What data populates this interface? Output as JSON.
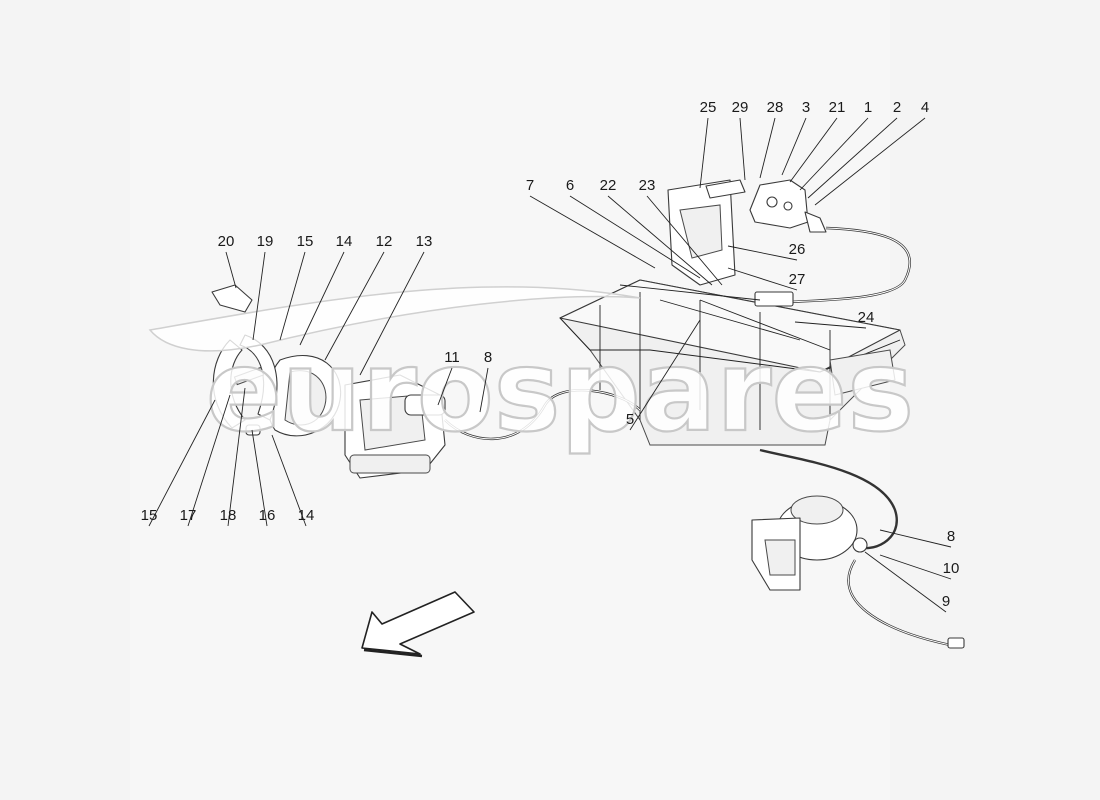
{
  "watermark": {
    "text": "eurospares"
  },
  "callouts": [
    "1",
    "2",
    "3",
    "4",
    "5",
    "6",
    "7",
    "8",
    "9",
    "10",
    "11",
    "12",
    "13",
    "14",
    "15",
    "16",
    "17",
    "18",
    "19",
    "20",
    "21",
    "22",
    "23",
    "24",
    "25",
    "26",
    "27",
    "28",
    "29"
  ],
  "colors": {
    "background": "#f4f4f4",
    "line": "#3a3a3a",
    "watermark_stroke": "#c8c8c8"
  },
  "direction_arrow_icon": "arrow-down-left-icon"
}
